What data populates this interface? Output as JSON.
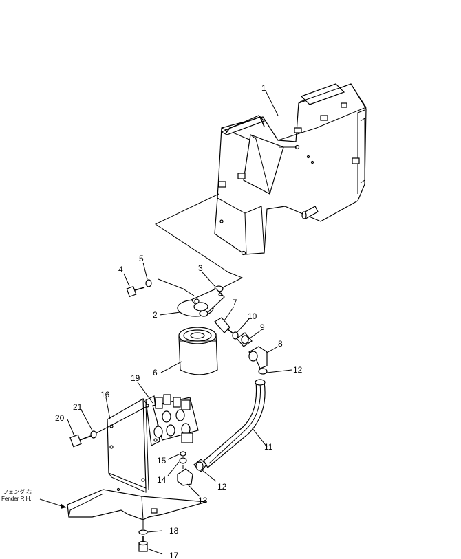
{
  "diagram": {
    "callouts": [
      "1",
      "2",
      "3",
      "4",
      "5",
      "6",
      "7",
      "8",
      "9",
      "10",
      "11",
      "12",
      "12",
      "13",
      "14",
      "15",
      "16",
      "17",
      "18",
      "19",
      "20",
      "21"
    ],
    "fender_label_jp": "フェンダ 右",
    "fender_label_en": "Fender R.H."
  }
}
